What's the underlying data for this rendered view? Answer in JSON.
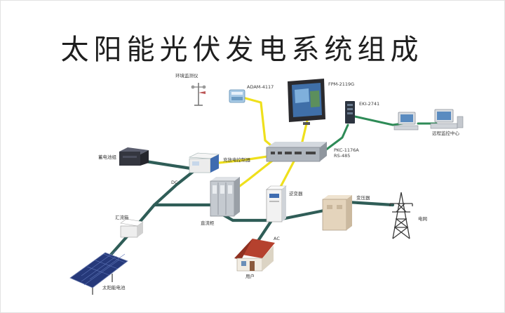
{
  "title": "太阳能光伏发电系统组成",
  "labels": {
    "weather_station": "环境监测仪",
    "adam": "ADAM-4117",
    "panel_pc": "FPM-2119G",
    "switch": "EKI-2741",
    "embedded_pc": "PKC-1176A",
    "embedded_pc_sub": "RS-485",
    "remote_center": "远程监控中心",
    "battery": "蓄电池组",
    "controller": "充放电控制器",
    "dc": "DC",
    "dc_cabinet": "直流柜",
    "inverter": "逆变器",
    "transformer": "变压器",
    "grid": "电网",
    "ac": "AC",
    "user": "用户",
    "combiner": "汇流箱",
    "solar_panel": "太阳能电池"
  },
  "colors": {
    "power_cable": "#2f5d57",
    "signal_cable": "#efe01c",
    "network_cable": "#2e8b57"
  }
}
